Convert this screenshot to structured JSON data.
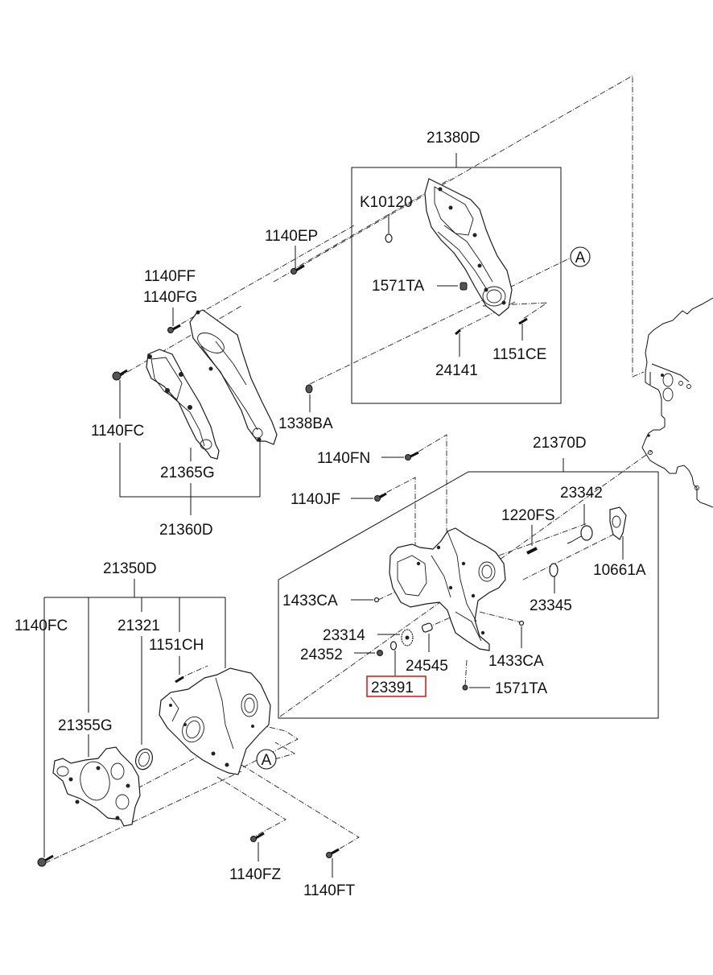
{
  "diagram": {
    "title": "Timing cover / oil pump exploded parts diagram",
    "highlight_color": "#e02020",
    "reference_marker": "A",
    "groups": {
      "timing_cover_upper": {
        "assembly": "21380D",
        "parts": [
          "K10120",
          "1571TA",
          "24141",
          "1151CE"
        ]
      },
      "timing_belt_covers": {
        "assembly": "21360D",
        "parts": [
          "1140FC",
          "21365G"
        ]
      },
      "oil_pump_case": {
        "assembly": "21370D",
        "parts": [
          "23342",
          "1220FS",
          "10661A",
          "23345",
          "1433CA",
          "23314",
          "24352",
          "24545",
          "1433CA",
          "23391",
          "1571TA"
        ]
      },
      "front_case": {
        "assembly": "21350D",
        "parts": [
          "1140FC",
          "21321",
          "1151CH",
          "21355G"
        ]
      }
    },
    "labels": {
      "l21380D": "21380D",
      "lK10120": "K10120",
      "l1140EP": "1140EP",
      "l1140FF": "1140FF",
      "l1140FG": "1140FG",
      "l1571TA_top": "1571TA",
      "l24141": "24141",
      "l1151CE": "1151CE",
      "l1338BA": "1338BA",
      "l1140FC_top": "1140FC",
      "l21365G": "21365G",
      "l21360D": "21360D",
      "l1140FN": "1140FN",
      "l1140JF": "1140JF",
      "l21370D": "21370D",
      "l23342": "23342",
      "l1220FS": "1220FS",
      "l10661A": "10661A",
      "l1433CA_left": "1433CA",
      "l23345": "23345",
      "l23314": "23314",
      "l24352": "24352",
      "l24545": "24545",
      "l1433CA_right": "1433CA",
      "l23391": "23391",
      "l1571TA_bottom": "1571TA",
      "l21350D": "21350D",
      "l1140FC_bottom": "1140FC",
      "l21321": "21321",
      "l1151CH": "1151CH",
      "l21355G": "21355G",
      "l1140FZ": "1140FZ",
      "l1140FT": "1140FT"
    },
    "highlighted_part": "23391"
  }
}
